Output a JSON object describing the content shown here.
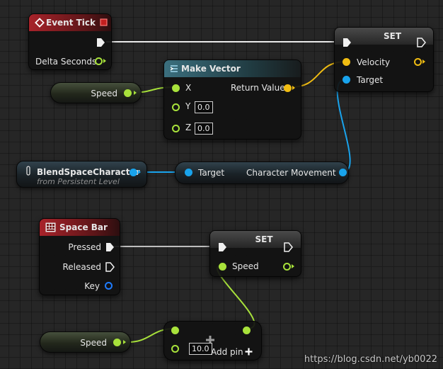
{
  "event_tick": {
    "title": "Event Tick",
    "delta_seconds_label": "Delta Seconds",
    "icon": "diamond-event-icon",
    "header_color": "#a8232a"
  },
  "set_velocity": {
    "title": "SET",
    "velocity_label": "Velocity",
    "target_label": "Target"
  },
  "make_vector": {
    "title": "Make Vector",
    "x_label": "X",
    "y_label": "Y",
    "z_label": "Z",
    "y_value": "0.0",
    "z_value": "0.0",
    "return_label": "Return Value",
    "icon": "make-vector-icon"
  },
  "speed_var_top": {
    "label": "Speed"
  },
  "blendspace_var": {
    "label": "BlendSpaceCharacter",
    "sublabel": "from Persistent Level"
  },
  "character_movement": {
    "target_label": "Target",
    "output_label": "Character Movement"
  },
  "space_bar": {
    "title": "Space Bar",
    "pressed_label": "Pressed",
    "released_label": "Released",
    "key_label": "Key",
    "icon": "keyboard-icon"
  },
  "set_speed": {
    "title": "SET",
    "speed_label": "Speed"
  },
  "speed_var_bottom": {
    "label": "Speed"
  },
  "add_node": {
    "b_value": "10.0",
    "add_pin_label": "Add pin",
    "icon": "plus-icon"
  },
  "watermark": {
    "text": "https://blog.csdn.net/yb0022"
  },
  "colors": {
    "float_pin": "#a8e23b",
    "object_pin": "#19a3ec",
    "vector_pin": "#f1bd12",
    "exec_pin": "#f0f0f0",
    "event_header": "#a8232a",
    "function_header": "#3b6f7e"
  }
}
